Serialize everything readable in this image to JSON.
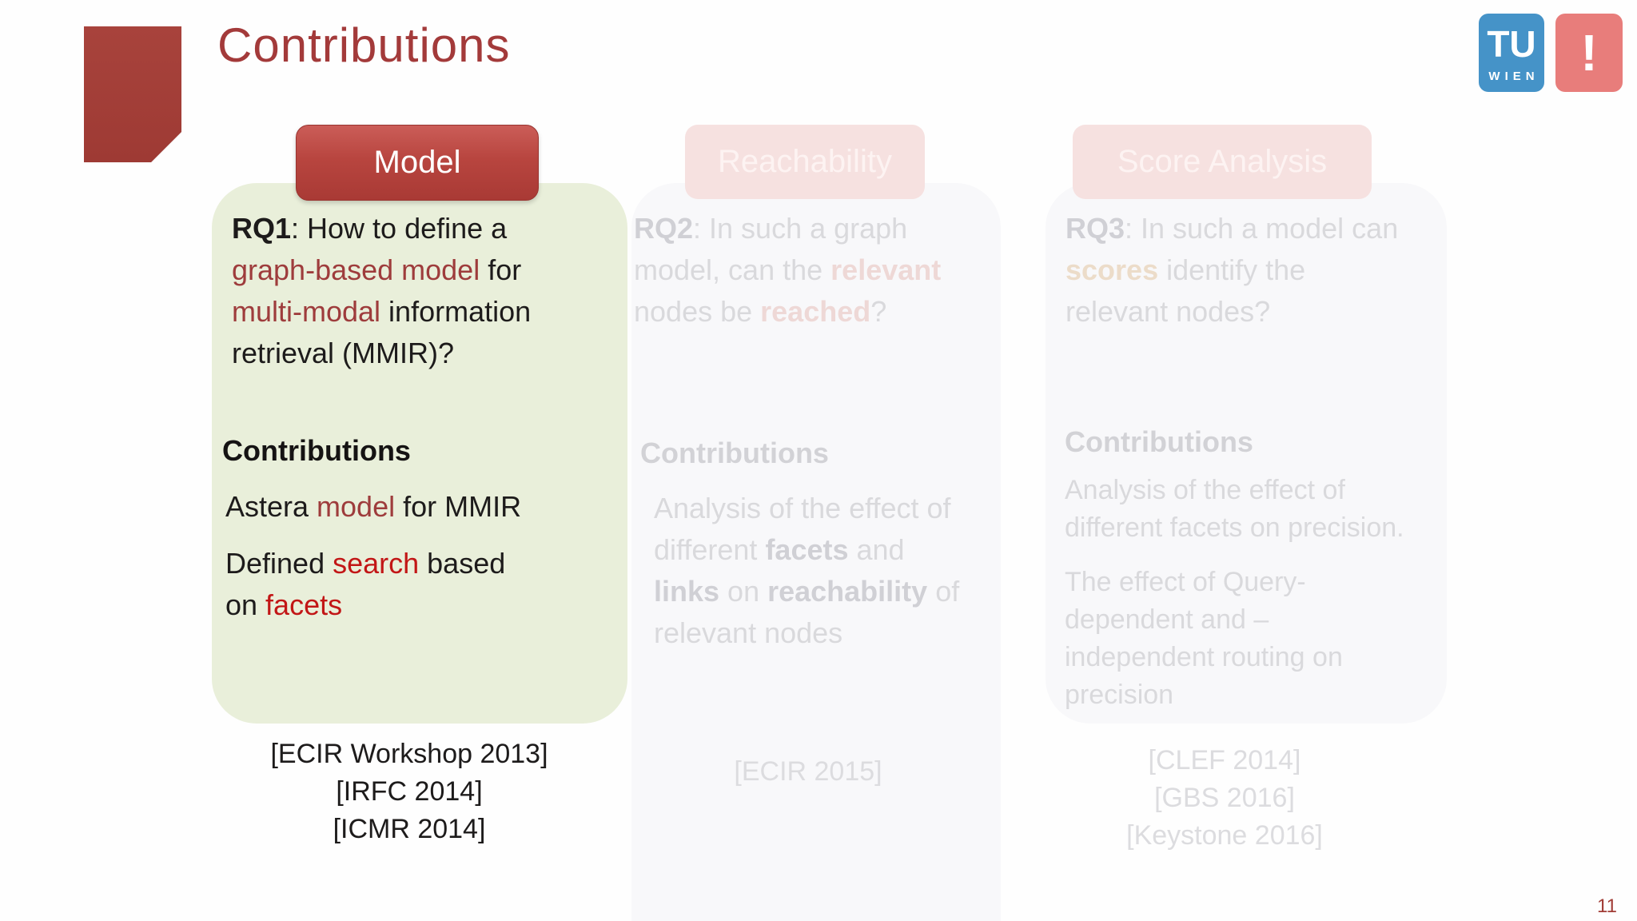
{
  "slide": {
    "title": "Contributions",
    "page_number": "11"
  },
  "logo": {
    "tu": "TU",
    "wien": "WIEN",
    "bang": "!"
  },
  "colors": {
    "title_red": "#a33a3a",
    "active_pill_red": "#b8453f",
    "faded_pill_pink": "#f6e1e0",
    "panel_green": "#e9efda",
    "panel_faded": "#f8f8fa",
    "accent_maroon": "#9e3c3c",
    "accent_bright_red": "#c21616",
    "faded_text": "#d9d9dc",
    "logo_blue": "#4593c8",
    "logo_red": "#e87d7b"
  },
  "columns": [
    {
      "button": "Model",
      "state": "active",
      "rq": [
        {
          "t": "RQ1",
          "c": "b"
        },
        {
          "t": ": How to define a\n"
        },
        {
          "t": "graph-based model",
          "c": "accent"
        },
        {
          "t": " for\n"
        },
        {
          "t": "multi-modal",
          "c": "accent"
        },
        {
          "t": " information\nretrieval (MMIR)?"
        }
      ],
      "heading": "Contributions",
      "paragraphs": [
        [
          {
            "t": "Astera "
          },
          {
            "t": "model",
            "c": "accent"
          },
          {
            "t": " for MMIR"
          }
        ],
        [
          {
            "t": "Defined "
          },
          {
            "t": "search",
            "c": "red"
          },
          {
            "t": " based\non "
          },
          {
            "t": "facets",
            "c": "red"
          }
        ]
      ],
      "citations": [
        "[ECIR Workshop 2013]",
        "[IRFC 2014]",
        "[ICMR 2014]"
      ]
    },
    {
      "button": "Reachability",
      "state": "faded",
      "rq": [
        {
          "t": "RQ2",
          "c": "fb"
        },
        {
          "t": ": In such a graph\nmodel, can the "
        },
        {
          "t": "relevant",
          "c": "fp"
        },
        {
          "t": "\nnodes be "
        },
        {
          "t": "reached",
          "c": "fp"
        },
        {
          "t": "?"
        }
      ],
      "heading": "Contributions",
      "paragraphs": [
        [
          {
            "t": "Analysis of the effect of\ndifferent "
          },
          {
            "t": "facets",
            "c": "fb"
          },
          {
            "t": " and\n"
          },
          {
            "t": "links",
            "c": "fb"
          },
          {
            "t": " on "
          },
          {
            "t": "reachability",
            "c": "fb"
          },
          {
            "t": " of\nrelevant nodes"
          }
        ]
      ],
      "citations": [
        "[ECIR 2015]"
      ]
    },
    {
      "button": "Score Analysis",
      "state": "faded",
      "rq": [
        {
          "t": "RQ3",
          "c": "fb"
        },
        {
          "t": ": In such a model can\n"
        },
        {
          "t": "scores",
          "c": "ft"
        },
        {
          "t": " identify the\nrelevant nodes?"
        }
      ],
      "heading": "Contributions",
      "paragraphs": [
        [
          {
            "t": "Analysis of the effect of\ndifferent facets on precision."
          }
        ],
        [
          {
            "t": "The effect of Query-\ndependent and –\nindependent routing on\nprecision"
          }
        ]
      ],
      "citations": [
        "[CLEF 2014]",
        "[GBS 2016]",
        "[Keystone 2016]"
      ]
    }
  ]
}
